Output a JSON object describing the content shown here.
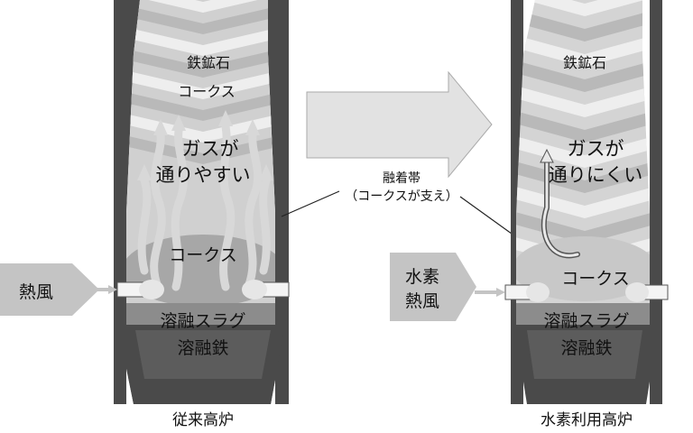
{
  "left_furnace": {
    "caption": "従来高炉",
    "layers": {
      "ore": "鉄鉱石",
      "coke": "コークス",
      "gas_line1": "ガスが",
      "gas_line2": "通りやすい",
      "coke_lower": "コークス",
      "slag": "溶融スラグ",
      "iron": "溶融鉄"
    },
    "blast_label": "熱風"
  },
  "right_furnace": {
    "caption": "水素利用高炉",
    "layers": {
      "ore": "鉄鉱石",
      "gas_line1": "ガスが",
      "gas_line2": "通りにくい",
      "coke_lower": "コークス",
      "slag": "溶融スラグ",
      "iron": "溶融鉄"
    },
    "blast_label_line1": "水素",
    "blast_label_line2": "熱風"
  },
  "cohesive_zone": {
    "line1": "融着帯",
    "line2": "（コークスが支え）"
  },
  "colors": {
    "wall": "#4a4a4a",
    "wall_dark": "#333333",
    "band_light": "#eeeeee",
    "band_dark": "#b9b9b9",
    "gas_arrow": "#d8d8d8",
    "slag": "#8c8c8c",
    "iron": "#5c5c5c",
    "tuyere": "#f4f4f4"
  }
}
